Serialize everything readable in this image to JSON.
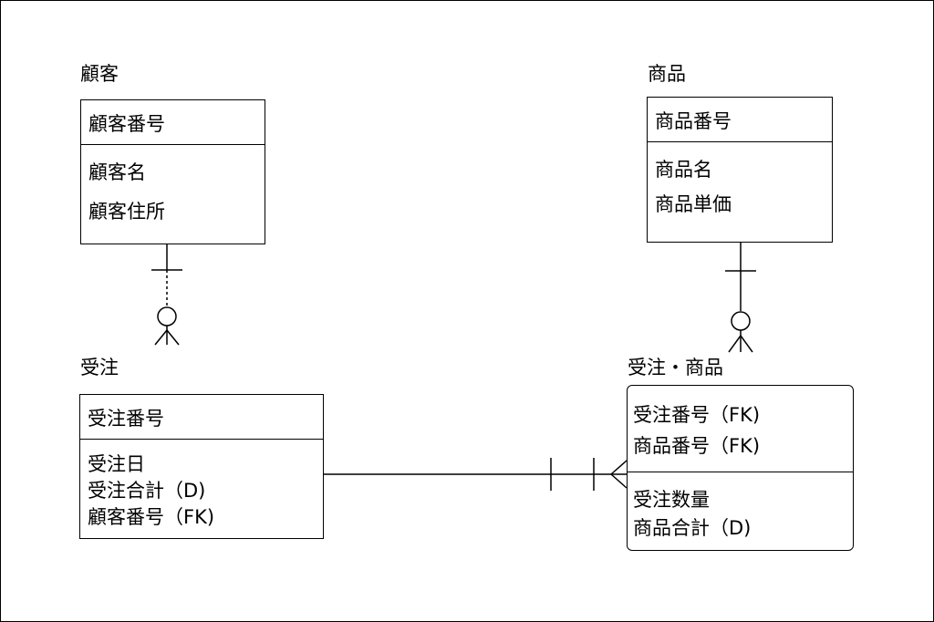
{
  "entities": {
    "customer": {
      "title": "顧客",
      "key": [
        "顧客番号"
      ],
      "attributes": [
        "顧客名",
        "顧客住所"
      ]
    },
    "product": {
      "title": "商品",
      "key": [
        "商品番号"
      ],
      "attributes": [
        "商品名",
        "商品単価"
      ]
    },
    "order": {
      "title": "受注",
      "key": [
        "受注番号"
      ],
      "attributes": [
        "受注日",
        "受注合計（D)",
        "顧客番号（FK)"
      ]
    },
    "order_product": {
      "title": "受注・商品",
      "key": [
        "受注番号（FK)",
        "商品番号（FK)"
      ],
      "attributes": [
        "受注数量",
        "商品合計（D)"
      ]
    }
  },
  "relationships": [
    {
      "from": "顧客",
      "to": "受注",
      "from_cardinality": "one",
      "to_cardinality": "zero-or-many",
      "line": "dashed"
    },
    {
      "from": "商品",
      "to": "受注・商品",
      "from_cardinality": "one",
      "to_cardinality": "zero-or-many",
      "line": "solid"
    },
    {
      "from": "受注",
      "to": "受注・商品",
      "from_cardinality": "one",
      "to_cardinality": "one-or-many",
      "line": "solid"
    }
  ]
}
